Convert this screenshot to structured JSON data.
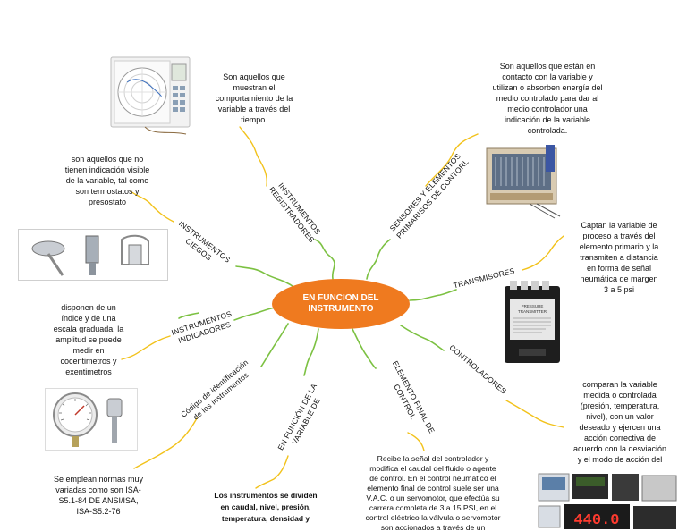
{
  "center": {
    "line1": "EN FUNCION DEL",
    "line2": "INSTRUMENTO"
  },
  "branches": {
    "registradores": {
      "line1": "INSTRUMENTOS",
      "line2": "REGISTRADORES"
    },
    "sensores": {
      "line1": "SENSORES Y ELEMENTOS",
      "line2": "PRIMARISOS DE CONTORL"
    },
    "ciegos": {
      "line1": "INSTRUMENTOS",
      "line2": "CIEGOS"
    },
    "transmisores": {
      "line1": "TRANSMISORES"
    },
    "indicadores": {
      "line1": "INSTRUMENTOS",
      "line2": "INDICADORES"
    },
    "controladores": {
      "line1": "CONTROLADORES"
    },
    "codigo": {
      "line1": "Código de identificación",
      "line2": "de los instrumentos"
    },
    "variable": {
      "line1": "EN FUNCIÓN DE LA",
      "line2": "VARIABLE DE"
    },
    "elemento": {
      "line1": "ELEMENTO FINAL DE",
      "line2": "CONTROL"
    }
  },
  "descriptions": {
    "registradores": [
      "Son aquellos que",
      "muestran el",
      "comportamiento de la",
      "variable a través del",
      "tiempo."
    ],
    "sensores": [
      "Son aquellos que están en",
      "contacto con la variable y",
      "utilizan o absorben energía del",
      "medio controlado para dar al",
      "medio controlador una",
      "indicación de la variable",
      "controlada."
    ],
    "ciegos": [
      "son aquellos que no",
      "tienen indicación visible",
      "de la variable, tal como",
      "son termostatos y",
      "presostato"
    ],
    "transmisores": [
      "Captan la variable de",
      "proceso a través del",
      "elemento primario y la",
      "transmiten a distancia",
      "en forma de señal",
      "neumática de margen",
      "3 a 5 psi"
    ],
    "indicadores": [
      "disponen de un",
      "índice y de una",
      "escala graduada, la",
      "amplitud se puede",
      "medir en",
      "cocentimetros y",
      "exentimetros"
    ],
    "controladores": [
      "comparan la variable",
      "medida o controlada",
      "(presión, temperatura,",
      "nivel), con un valor",
      "deseado y ejercen una",
      "acción correctiva de",
      "acuerdo con la desviación",
      "y el modo de acción del"
    ],
    "codigo": [
      "Se emplean normas muy",
      "variadas como son ISA-",
      "S5.1-84 DE ANSI/ISA,",
      "ISA-S5.2-76"
    ],
    "variable": [
      "Los instrumentos se dividen",
      "en caudal, nivel, presión,",
      "temperatura, densidad y"
    ],
    "elemento": [
      "Recibe la señal del controlador y",
      "modifica el caudal del fluido o agente",
      "de control. En el control neumático el",
      "elemento final de control suele ser una",
      "V.A.C. o un servomotor, que efectúa su",
      "carrera completa de 3 a 15 PSI, en el",
      "control eléctrico la válvula o servomotor",
      "son accionados a través de un"
    ]
  },
  "images": {
    "transmitter_label": [
      "PRESSURE",
      "TRANSMITTER"
    ],
    "display_value": "440.0"
  },
  "colors": {
    "center_fill": "#ef7a1f",
    "link_green": "#7cc142",
    "link_yellow": "#f2c21b",
    "link_gold": "#e2b43a"
  }
}
